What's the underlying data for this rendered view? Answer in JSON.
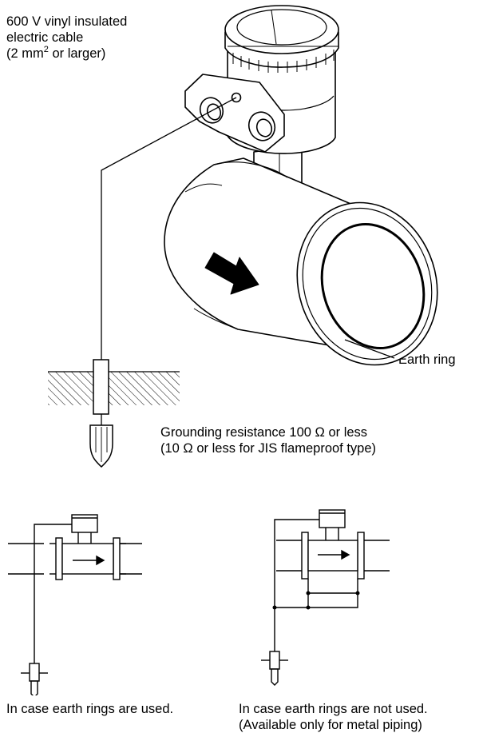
{
  "cable_label": {
    "line1": "600 V vinyl insulated",
    "line2": "electric cable",
    "line3_prefix": "(2 mm",
    "line3_sup": "2",
    "line3_suffix": " or larger)"
  },
  "earth_ring_label": "Earth ring",
  "grounding_label": {
    "line1": "Grounding resistance 100 Ω or less",
    "line2": "(10 Ω or less for JIS flameproof type)"
  },
  "left_caption": "In case earth rings are used.",
  "right_caption": {
    "line1": "In case earth rings are not used.",
    "line2": "(Available only for metal piping)"
  }
}
